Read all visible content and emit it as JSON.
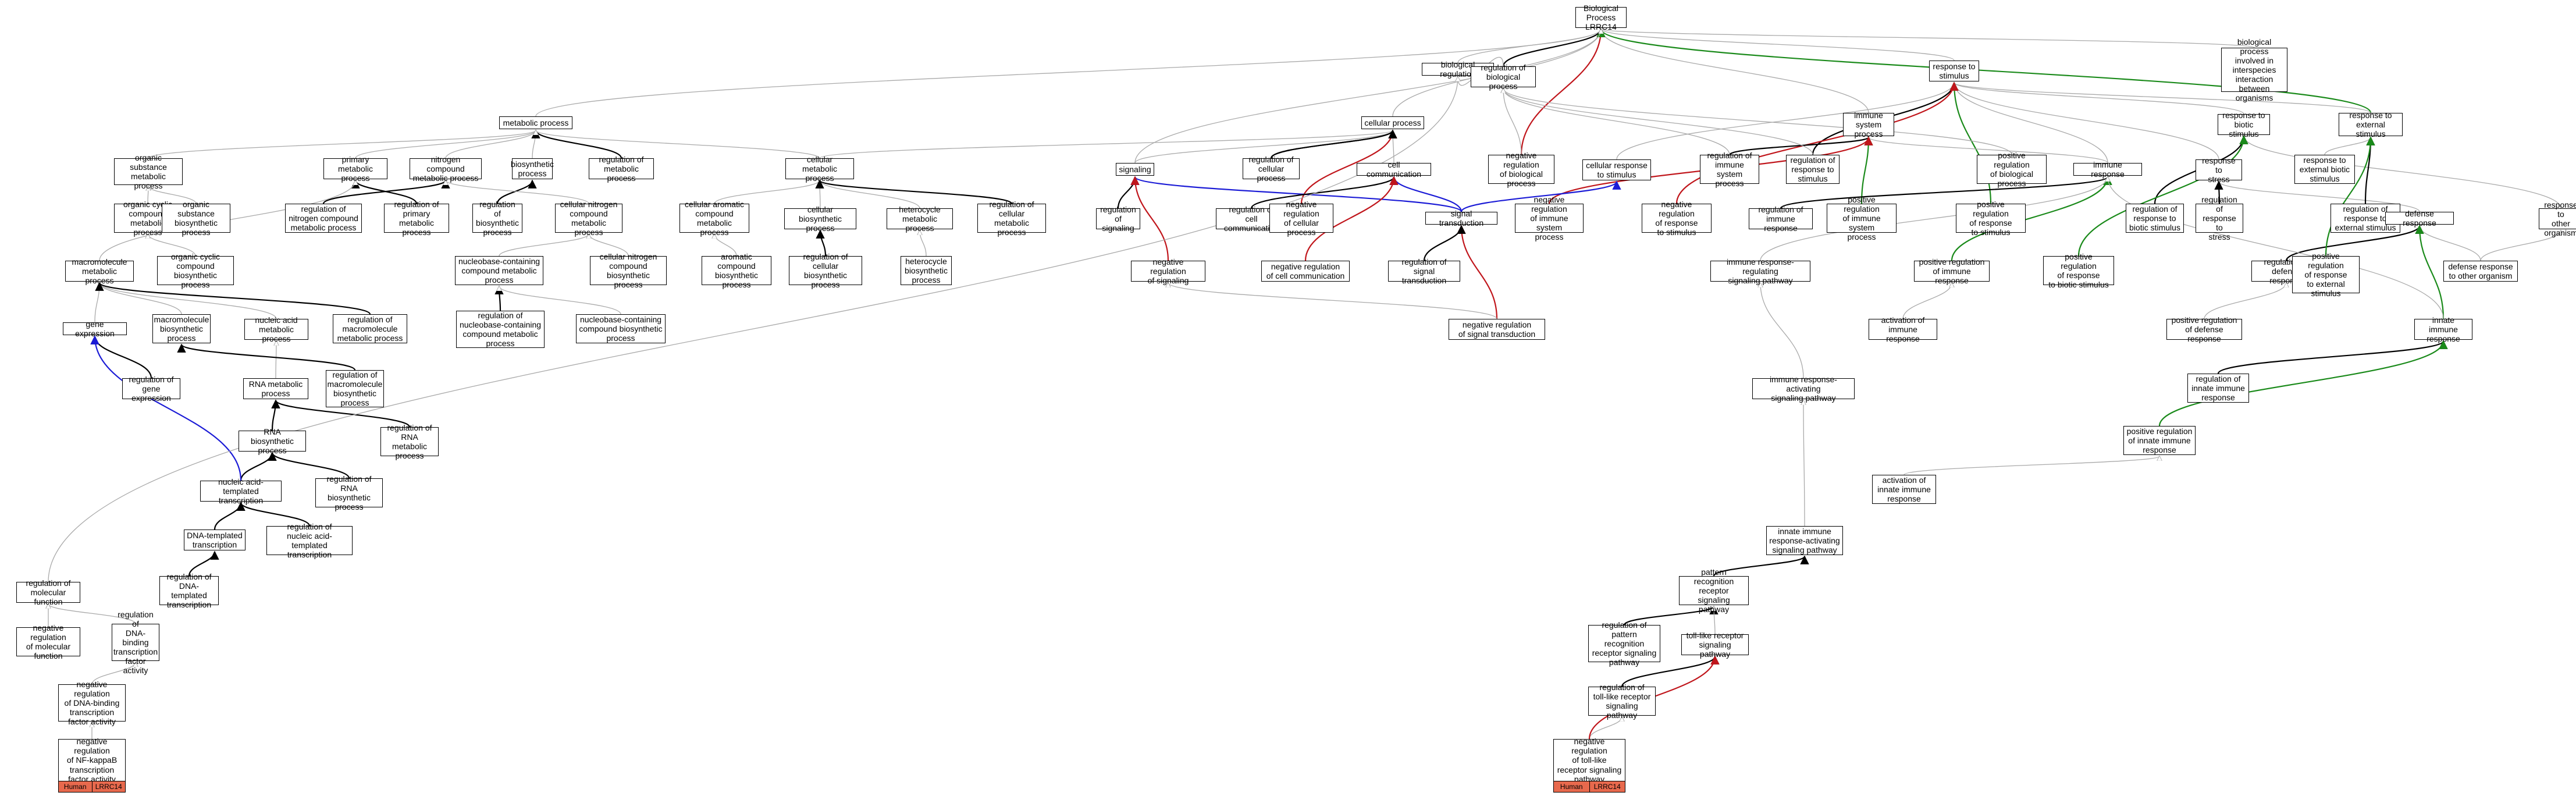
{
  "title": "Biological Process\nLRRC14",
  "colors": {
    "is_a": "#a9a9a9",
    "part_of": "#000000",
    "regulates": "#000000",
    "neg_reg": "#c0151b",
    "pos_reg": "#1a8a1a",
    "blue": "#1b1bd6",
    "tag": "#e8694d"
  },
  "nodes": [
    {
      "id": "bp",
      "label": "Biological Process\nLRRC14"
    },
    {
      "id": "bioreg",
      "label": "biological regulation"
    },
    {
      "id": "interspecies",
      "label": "biological process\ninvolved in\ninterspecies\ninteraction\nbetween organisms"
    },
    {
      "id": "resp_stim",
      "label": "response to\nstimulus"
    },
    {
      "id": "reg_bp",
      "label": "regulation of\nbiological process"
    },
    {
      "id": "metproc",
      "label": "metabolic process"
    },
    {
      "id": "cellproc",
      "label": "cellular process"
    },
    {
      "id": "immsys",
      "label": "immune system\nprocess"
    },
    {
      "id": "resp_biotic",
      "label": "response to\nbiotic stimulus"
    },
    {
      "id": "resp_ext",
      "label": "response to\nexternal stimulus"
    },
    {
      "id": "org_subst",
      "label": "organic substance\nmetabolic process"
    },
    {
      "id": "prim_met",
      "label": "primary metabolic\nprocess"
    },
    {
      "id": "nitro_met",
      "label": "nitrogen compound\nmetabolic process"
    },
    {
      "id": "biosynth",
      "label": "biosynthetic\nprocess"
    },
    {
      "id": "reg_met",
      "label": "regulation of\nmetabolic process"
    },
    {
      "id": "cell_met",
      "label": "cellular metabolic\nprocess"
    },
    {
      "id": "signaling",
      "label": "signaling"
    },
    {
      "id": "reg_cellproc",
      "label": "regulation of\ncellular process"
    },
    {
      "id": "cellcomm",
      "label": "cell communication"
    },
    {
      "id": "neg_reg_bp",
      "label": "negative regulation\nof biological\nprocess"
    },
    {
      "id": "cell_resp_stim",
      "label": "cellular response\nto stimulus"
    },
    {
      "id": "reg_immsys",
      "label": "regulation of\nimmune system\nprocess"
    },
    {
      "id": "reg_resp_stim",
      "label": "regulation of\nresponse to\nstimulus"
    },
    {
      "id": "pos_reg_bp",
      "label": "positive regulation\nof biological\nprocess"
    },
    {
      "id": "immresp",
      "label": "immune response"
    },
    {
      "id": "resp_stress",
      "label": "response to\nstress"
    },
    {
      "id": "resp_ext_biotic",
      "label": "response to\nexternal biotic\nstimulus"
    },
    {
      "id": "resp_other_org",
      "label": "response to\nother organism"
    },
    {
      "id": "org_cyclic",
      "label": "organic cyclic\ncompound metabolic\nprocess"
    },
    {
      "id": "org_subst_bios",
      "label": "organic substance\nbiosynthetic\nprocess"
    },
    {
      "id": "reg_nitro",
      "label": "regulation of\nnitrogen compound\nmetabolic process"
    },
    {
      "id": "reg_prim",
      "label": "regulation of\nprimary metabolic\nprocess"
    },
    {
      "id": "reg_bios",
      "label": "regulation of\nbiosynthetic\nprocess"
    },
    {
      "id": "cell_nitro",
      "label": "cellular nitrogen\ncompound metabolic\nprocess"
    },
    {
      "id": "cell_arom",
      "label": "cellular aromatic\ncompound metabolic\nprocess"
    },
    {
      "id": "cell_bios",
      "label": "cellular biosynthetic\nprocess"
    },
    {
      "id": "heterocycle",
      "label": "heterocycle\nmetabolic process"
    },
    {
      "id": "reg_cell_met",
      "label": "regulation of\ncellular metabolic\nprocess"
    },
    {
      "id": "reg_signaling",
      "label": "regulation of\nsignaling"
    },
    {
      "id": "reg_cellcomm",
      "label": "regulation of\ncell communication"
    },
    {
      "id": "neg_reg_cellproc",
      "label": "negative regulation\nof cellular\nprocess"
    },
    {
      "id": "sig_trans",
      "label": "signal transduction"
    },
    {
      "id": "neg_reg_imm",
      "label": "negative regulation\nof immune system\nprocess"
    },
    {
      "id": "neg_reg_resp",
      "label": "negative regulation\nof response\nto stimulus"
    },
    {
      "id": "reg_immresp",
      "label": "regulation of\nimmune response"
    },
    {
      "id": "pos_reg_resp_stim",
      "label": "positive regulation\nof immune system\nprocess"
    },
    {
      "id": "pos_reg_resp_stim2",
      "label": "positive regulation\nof response\nto stimulus"
    },
    {
      "id": "reg_resp_biotic",
      "label": "regulation of\nresponse to\nbiotic stimulus"
    },
    {
      "id": "reg_resp_stress",
      "label": "regulation of\nresponse to\nstress"
    },
    {
      "id": "reg_resp_ext",
      "label": "regulation of\nresponse to\nexternal stimulus"
    },
    {
      "id": "defense",
      "label": "defense response"
    },
    {
      "id": "macro_met",
      "label": "macromolecule\nmetabolic process"
    },
    {
      "id": "org_cyc_bios",
      "label": "organic cyclic\ncompound biosynthetic\nprocess"
    },
    {
      "id": "nucleobase_met",
      "label": "nucleobase-containing\ncompound metabolic\nprocess"
    },
    {
      "id": "cell_nitro_bios",
      "label": "cellular nitrogen\ncompound biosynthetic\nprocess"
    },
    {
      "id": "arom_bios",
      "label": "aromatic compound\nbiosynthetic\nprocess"
    },
    {
      "id": "reg_cell_bios",
      "label": "regulation of\ncellular biosynthetic\nprocess"
    },
    {
      "id": "heterocycle_bios",
      "label": "heterocycle\nbiosynthetic\nprocess"
    },
    {
      "id": "neg_reg_signaling",
      "label": "negative regulation\nof signaling"
    },
    {
      "id": "neg_reg_cellcomm",
      "label": "negative regulation\nof cell communication"
    },
    {
      "id": "reg_sig_trans",
      "label": "regulation of\nsignal transduction"
    },
    {
      "id": "imm_resp_reg_sig",
      "label": "immune response-regulating\nsignaling pathway"
    },
    {
      "id": "pos_reg_immresp",
      "label": "positive regulation\nof immune response"
    },
    {
      "id": "pos_reg_resp_biotic",
      "label": "positive regulation\nof response\nto biotic stimulus"
    },
    {
      "id": "reg_defense",
      "label": "regulation of\ndefense response"
    },
    {
      "id": "pos_reg_resp_ext",
      "label": "positive regulation\nof response\nto external\nstimulus"
    },
    {
      "id": "def_other_org",
      "label": "defense response\nto other organism"
    },
    {
      "id": "gene_expr",
      "label": "gene expression"
    },
    {
      "id": "macro_bios",
      "label": "macromolecule\nbiosynthetic\nprocess"
    },
    {
      "id": "nucleic_met",
      "label": "nucleic acid\nmetabolic process"
    },
    {
      "id": "reg_macro_met",
      "label": "regulation of\nmacromolecule\nmetabolic process"
    },
    {
      "id": "reg_nucleobase",
      "label": "regulation of\nnucleobase-containing\ncompound metabolic\nprocess"
    },
    {
      "id": "nucleobase_bios",
      "label": "nucleobase-containing\ncompound biosynthetic\nprocess"
    },
    {
      "id": "neg_reg_sig_trans",
      "label": "negative regulation\nof signal transduction"
    },
    {
      "id": "act_immresp",
      "label": "activation of\nimmune response"
    },
    {
      "id": "pos_reg_defense",
      "label": "positive regulation\nof defense response"
    },
    {
      "id": "innate",
      "label": "innate immune\nresponse"
    },
    {
      "id": "reg_gene_expr",
      "label": "regulation of\ngene expression"
    },
    {
      "id": "rna_met",
      "label": "RNA metabolic\nprocess"
    },
    {
      "id": "reg_macro_bios",
      "label": "regulation of\nmacromolecule\nbiosynthetic\nprocess"
    },
    {
      "id": "imm_resp_act_sig",
      "label": "immune response-activating\nsignaling pathway"
    },
    {
      "id": "reg_innate",
      "label": "regulation of\ninnate immune\nresponse"
    },
    {
      "id": "rna_bios",
      "label": "RNA biosynthetic\nprocess"
    },
    {
      "id": "reg_rna_met",
      "label": "regulation of\nRNA metabolic\nprocess"
    },
    {
      "id": "pos_reg_innate",
      "label": "positive regulation\nof innate immune\nresponse"
    },
    {
      "id": "nuc_templ",
      "label": "nucleic acid-templated\ntranscription"
    },
    {
      "id": "reg_rna_bios",
      "label": "regulation of\nRNA biosynthetic\nprocess"
    },
    {
      "id": "act_innate",
      "label": "activation of\ninnate immune\nresponse"
    },
    {
      "id": "dna_templ",
      "label": "DNA-templated\ntranscription"
    },
    {
      "id": "reg_nuc_templ",
      "label": "regulation of\nnucleic acid-templated\ntranscription"
    },
    {
      "id": "innate_act_sig",
      "label": "innate immune\nresponse-activating\nsignaling pathway"
    },
    {
      "id": "reg_dna_templ",
      "label": "regulation of\nDNA-templated\ntranscription"
    },
    {
      "id": "prr_sig",
      "label": "pattern recognition\nreceptor signaling\npathway"
    },
    {
      "id": "reg_mol_func",
      "label": "regulation of\nmolecular function"
    },
    {
      "id": "neg_reg_mol_func",
      "label": "negative regulation\nof molecular\nfunction"
    },
    {
      "id": "reg_dna_bind",
      "label": "regulation of\nDNA-binding\ntranscription\nfactor activity"
    },
    {
      "id": "reg_prr_sig",
      "label": "regulation of\npattern recognition\nreceptor signaling\npathway"
    },
    {
      "id": "tlr_sig",
      "label": "toll-like receptor\nsignaling pathway"
    },
    {
      "id": "neg_reg_dna_bind",
      "label": "negative regulation\nof DNA-binding\ntranscription\nfactor activity"
    },
    {
      "id": "reg_tlr_sig",
      "label": "regulation of\ntoll-like receptor\nsignaling pathway"
    }
  ],
  "leaves": [
    {
      "id": "leaf_nfkb",
      "label": "negative regulation\nof NF-kappaB\ntranscription\nfactor activity",
      "tags": [
        "Human",
        "LRRC14"
      ]
    },
    {
      "id": "leaf_tlr",
      "label": "negative regulation\nof toll-like\nreceptor signaling\npathway",
      "tags": [
        "Human",
        "LRRC14"
      ]
    }
  ],
  "edges": [
    [
      "bioreg",
      "bp",
      "is_a"
    ],
    [
      "interspecies",
      "bp",
      "is_a"
    ],
    [
      "resp_stim",
      "bp",
      "is_a"
    ],
    [
      "metproc",
      "bp",
      "is_a"
    ],
    [
      "cellproc",
      "bp",
      "is_a"
    ],
    [
      "reg_bp",
      "bp",
      "part_of"
    ],
    [
      "neg_reg_bp",
      "bp",
      "neg_reg"
    ],
    [
      "immsys",
      "bp",
      "is_a"
    ],
    [
      "resp_ext",
      "bp",
      "pos_reg"
    ],
    [
      "signaling",
      "bp",
      "is_a"
    ],
    [
      "reg_bp",
      "bioreg",
      "is_a"
    ],
    [
      "resp_biotic",
      "resp_stim",
      "is_a"
    ],
    [
      "resp_ext",
      "resp_stim",
      "is_a"
    ],
    [
      "cell_resp_stim",
      "resp_stim",
      "is_a"
    ],
    [
      "reg_resp_stim",
      "resp_stim",
      "part_of"
    ],
    [
      "immresp",
      "resp_stim",
      "is_a"
    ],
    [
      "resp_stress",
      "resp_stim",
      "is_a"
    ],
    [
      "pos_reg_resp_stim2",
      "resp_stim",
      "pos_reg"
    ],
    [
      "neg_reg_resp",
      "resp_stim",
      "neg_reg"
    ],
    [
      "resp_other_org",
      "resp_biotic",
      "is_a"
    ],
    [
      "resp_ext_biotic",
      "resp_ext",
      "is_a"
    ],
    [
      "org_subst",
      "metproc",
      "is_a"
    ],
    [
      "prim_met",
      "metproc",
      "is_a"
    ],
    [
      "nitro_met",
      "metproc",
      "is_a"
    ],
    [
      "biosynth",
      "metproc",
      "is_a"
    ],
    [
      "reg_met",
      "metproc",
      "part_of"
    ],
    [
      "cell_met",
      "metproc",
      "is_a"
    ],
    [
      "reg_cellproc",
      "cellproc",
      "part_of"
    ],
    [
      "cellcomm",
      "cellproc",
      "is_a"
    ],
    [
      "signaling",
      "cellproc",
      "is_a"
    ],
    [
      "neg_reg_cellproc",
      "cellproc",
      "neg_reg"
    ],
    [
      "cell_met",
      "cellproc",
      "is_a"
    ],
    [
      "reg_immsys",
      "immsys",
      "part_of"
    ],
    [
      "immresp",
      "immsys",
      "is_a"
    ],
    [
      "pos_reg_resp_stim",
      "immsys",
      "pos_reg"
    ],
    [
      "neg_reg_imm",
      "immsys",
      "neg_reg"
    ],
    [
      "org_cyclic",
      "org_subst",
      "is_a"
    ],
    [
      "org_subst_bios",
      "org_subst",
      "is_a"
    ],
    [
      "reg_nitro",
      "nitro_met",
      "part_of"
    ],
    [
      "reg_prim",
      "prim_met",
      "part_of"
    ],
    [
      "reg_bios",
      "biosynth",
      "part_of"
    ],
    [
      "cell_nitro",
      "nitro_met",
      "is_a"
    ],
    [
      "cell_arom",
      "cell_met",
      "is_a"
    ],
    [
      "cell_bios",
      "cell_met",
      "is_a"
    ],
    [
      "heterocycle",
      "cell_met",
      "is_a"
    ],
    [
      "reg_cell_met",
      "cell_met",
      "part_of"
    ],
    [
      "reg_signaling",
      "signaling",
      "part_of"
    ],
    [
      "sig_trans",
      "signaling",
      "blue"
    ],
    [
      "reg_cellcomm",
      "cellcomm",
      "part_of"
    ],
    [
      "sig_trans",
      "cellcomm",
      "blue"
    ],
    [
      "sig_trans",
      "cell_resp_stim",
      "blue"
    ],
    [
      "neg_reg_signaling",
      "signaling",
      "neg_reg"
    ],
    [
      "neg_reg_cellcomm",
      "cellcomm",
      "neg_reg"
    ],
    [
      "neg_reg_sig_trans",
      "sig_trans",
      "neg_reg"
    ],
    [
      "reg_sig_trans",
      "sig_trans",
      "part_of"
    ],
    [
      "reg_immresp",
      "immresp",
      "part_of"
    ],
    [
      "defense",
      "resp_stress",
      "is_a"
    ],
    [
      "reg_resp_stress",
      "resp_stress",
      "part_of"
    ],
    [
      "reg_resp_ext",
      "resp_ext",
      "part_of"
    ],
    [
      "reg_resp_biotic",
      "resp_biotic",
      "part_of"
    ],
    [
      "pos_reg_immresp",
      "immresp",
      "pos_reg"
    ],
    [
      "pos_reg_resp_biotic",
      "resp_biotic",
      "pos_reg"
    ],
    [
      "reg_defense",
      "defense",
      "part_of"
    ],
    [
      "pos_reg_resp_ext",
      "resp_ext",
      "pos_reg"
    ],
    [
      "def_other_org",
      "defense",
      "is_a"
    ],
    [
      "def_other_org",
      "resp_other_org",
      "is_a"
    ],
    [
      "macro_met",
      "prim_met",
      "is_a"
    ],
    [
      "nucleobase_met",
      "cell_nitro",
      "is_a"
    ],
    [
      "org_cyc_bios",
      "org_cyclic",
      "is_a"
    ],
    [
      "cell_nitro_bios",
      "cell_nitro",
      "is_a"
    ],
    [
      "arom_bios",
      "cell_arom",
      "is_a"
    ],
    [
      "reg_cell_bios",
      "cell_bios",
      "part_of"
    ],
    [
      "heterocycle_bios",
      "heterocycle",
      "is_a"
    ],
    [
      "gene_expr",
      "macro_met",
      "is_a"
    ],
    [
      "macro_bios",
      "macro_met",
      "is_a"
    ],
    [
      "nucleic_met",
      "macro_met",
      "is_a"
    ],
    [
      "reg_macro_met",
      "macro_met",
      "part_of"
    ],
    [
      "reg_nucleobase",
      "nucleobase_met",
      "part_of"
    ],
    [
      "nucleobase_bios",
      "nucleobase_met",
      "is_a"
    ],
    [
      "neg_reg_sig_trans",
      "neg_reg_signaling",
      "is_a"
    ],
    [
      "imm_resp_reg_sig",
      "immresp",
      "is_a"
    ],
    [
      "act_immresp",
      "pos_reg_immresp",
      "is_a"
    ],
    [
      "pos_reg_defense",
      "reg_defense",
      "is_a"
    ],
    [
      "innate",
      "defense",
      "pos_reg"
    ],
    [
      "innate",
      "immresp",
      "is_a"
    ],
    [
      "reg_gene_expr",
      "gene_expr",
      "part_of"
    ],
    [
      "rna_met",
      "nucleic_met",
      "is_a"
    ],
    [
      "reg_macro_bios",
      "macro_bios",
      "part_of"
    ],
    [
      "imm_resp_act_sig",
      "imm_resp_reg_sig",
      "is_a"
    ],
    [
      "reg_innate",
      "innate",
      "part_of"
    ],
    [
      "rna_bios",
      "rna_met",
      "part_of"
    ],
    [
      "reg_rna_met",
      "rna_met",
      "part_of"
    ],
    [
      "pos_reg_innate",
      "innate",
      "pos_reg"
    ],
    [
      "nuc_templ",
      "rna_bios",
      "part_of"
    ],
    [
      "nuc_templ",
      "gene_expr",
      "blue"
    ],
    [
      "reg_rna_bios",
      "rna_bios",
      "part_of"
    ],
    [
      "act_innate",
      "pos_reg_innate",
      "is_a"
    ],
    [
      "dna_templ",
      "nuc_templ",
      "part_of"
    ],
    [
      "reg_nuc_templ",
      "nuc_templ",
      "part_of"
    ],
    [
      "innate_act_sig",
      "imm_resp_act_sig",
      "is_a"
    ],
    [
      "reg_dna_templ",
      "dna_templ",
      "part_of"
    ],
    [
      "prr_sig",
      "innate_act_sig",
      "part_of"
    ],
    [
      "reg_prr_sig",
      "prr_sig",
      "part_of"
    ],
    [
      "tlr_sig",
      "prr_sig",
      "is_a"
    ],
    [
      "reg_tlr_sig",
      "tlr_sig",
      "part_of"
    ],
    [
      "leaf_tlr",
      "reg_tlr_sig",
      "is_a"
    ],
    [
      "leaf_tlr",
      "tlr_sig",
      "neg_reg"
    ],
    [
      "reg_mol_func",
      "bioreg",
      "is_a"
    ],
    [
      "neg_reg_mol_func",
      "reg_mol_func",
      "is_a"
    ],
    [
      "reg_dna_bind",
      "reg_mol_func",
      "is_a"
    ],
    [
      "neg_reg_dna_bind",
      "reg_dna_bind",
      "is_a"
    ],
    [
      "leaf_nfkb",
      "neg_reg_dna_bind",
      "is_a"
    ],
    [
      "reg_cellproc",
      "cellproc",
      "part_of"
    ],
    [
      "pos_reg_bp",
      "reg_bp",
      "is_a"
    ],
    [
      "neg_reg_bp",
      "reg_bp",
      "is_a"
    ],
    [
      "reg_resp_stim",
      "reg_bp",
      "is_a"
    ],
    [
      "reg_immsys",
      "reg_bp",
      "is_a"
    ]
  ]
}
